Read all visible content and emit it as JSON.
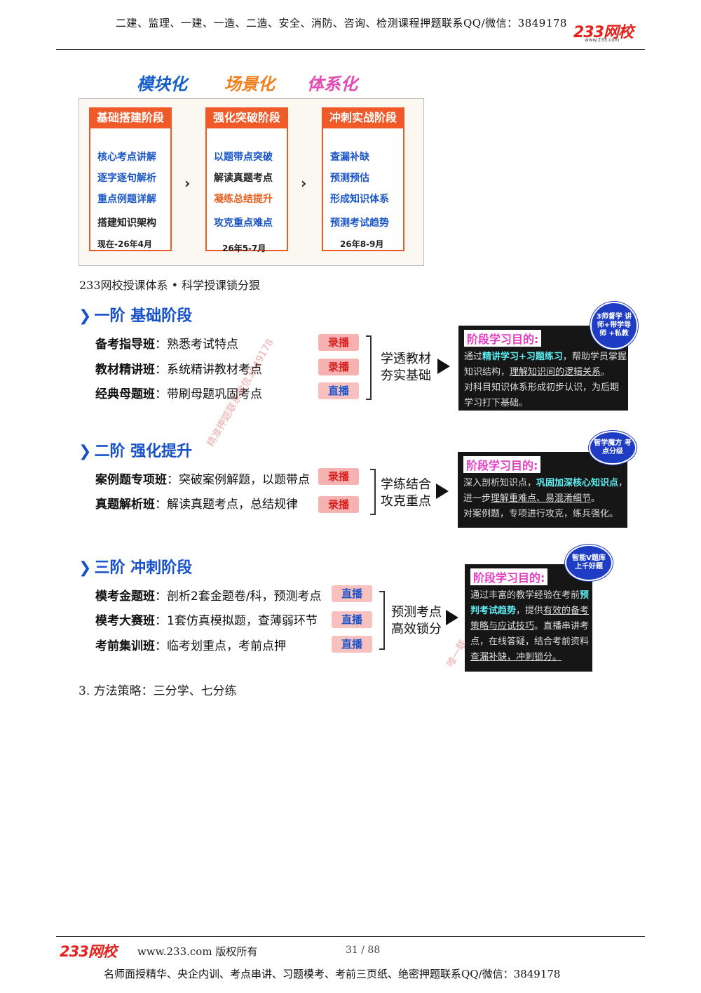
{
  "header": {
    "text": "二建、监理、一建、一造、二造、安全、消防、咨询、检测课程押题联系QQ/微信：3849178",
    "logo": "233网校",
    "logo_url": "www.233.com"
  },
  "slogans": [
    "模块化",
    "场景化",
    "体系化"
  ],
  "stages": [
    {
      "title": "基础搭建阶段",
      "items": [
        "核心考点讲解",
        "逐字逐句解析",
        "重点例题详解",
        "搭建知识架构"
      ],
      "date": "现在-26年4月"
    },
    {
      "title": "强化突破阶段",
      "items": [
        "以题带点突破",
        "解读真题考点",
        "凝练总结提升",
        "攻克重点难点"
      ],
      "date": "26年5-7月"
    },
    {
      "title": "冲刺实战阶段",
      "items": [
        "查漏补缺",
        "预测预估",
        "形成知识体系",
        "预测考试趋势"
      ],
      "date": "26年8-9月"
    }
  ],
  "arrow_glyph": "›",
  "caption": "233网校授课体系 • 科学授课锁分狠",
  "steps": [
    {
      "title": "一阶 基础阶段",
      "courses": [
        {
          "name": "备考指导班",
          "desc": "：熟悉考试特点",
          "tag": "录播"
        },
        {
          "name": "教材精讲班",
          "desc": "：系统精讲教材考点",
          "tag": "录播"
        },
        {
          "name": "经典母题班",
          "desc": "：带刷母题巩固考点",
          "tag": "直播"
        }
      ],
      "summary": [
        "学透教材",
        "夯实基础"
      ],
      "goal_head": "阶段学习目的:",
      "goal_lines": [
        [
          "通过",
          "精讲学习+习题练习",
          "，帮助学员掌握"
        ],
        [
          "知识结构，",
          "理解知识间的逻辑关系",
          "。"
        ],
        [
          "对科目知识体系形成初步认识，为后期"
        ],
        [
          "学习打下基础。"
        ]
      ],
      "badge": "3师督学 讲师+带学导师 +私教"
    },
    {
      "title": "二阶 强化提升",
      "courses": [
        {
          "name": "案例题专项班",
          "desc": "：突破案例解题，以题带点",
          "tag": "录播"
        },
        {
          "name": "真题解析班",
          "desc": "：解读真题考点，总结规律",
          "tag": "录播"
        }
      ],
      "summary": [
        "学练结合",
        "攻克重点"
      ],
      "goal_head": "阶段学习目的:",
      "goal_lines": [
        [
          "深入剖析知识点，",
          "巩固加深核心知识点",
          "，"
        ],
        [
          "进一步",
          "理解重难点、易混淆细节",
          "。"
        ],
        [
          "对案例题，专项进行攻克，练兵强化。"
        ]
      ],
      "badge": "智学魔方 考点分级"
    },
    {
      "title": "三阶 冲刺阶段",
      "courses": [
        {
          "name": "模考金题班",
          "desc": "：剖析2套金题卷/科，预测考点",
          "tag": "直播"
        },
        {
          "name": "模考大赛班",
          "desc": "：1套仿真模拟题，查薄弱环节",
          "tag": "直播"
        },
        {
          "name": "考前集训班",
          "desc": "：临考划重点，考前点押",
          "tag": "直播"
        }
      ],
      "summary": [
        "预测考点",
        "高效锁分"
      ],
      "goal_head": "阶段学习目的:",
      "goal_lines": [
        [
          "通过丰富的教学经验在考前",
          "预"
        ],
        [
          "判考试趋势",
          "，提供",
          "有效的备考"
        ],
        [
          "策略与应试技巧",
          "。直播串讲考"
        ],
        [
          "点，在线答疑，结合考前资料"
        ],
        [
          "查漏补缺，冲刺锁分。"
        ]
      ],
      "badge": "智能V题库 上千好题"
    }
  ],
  "watermarks": [
    "精准押题联系微信3849178",
    "唯一联"
  ],
  "method": "3.  方法策略：三分学、七分练",
  "footer": {
    "logo": "233网校",
    "copyright": "www.233.com 版权所有",
    "page": "31 / 88",
    "text": "名师面授精华、央企内训、考点串讲、习题模考、考前三页纸、绝密押题联系QQ/微信：3849178"
  }
}
